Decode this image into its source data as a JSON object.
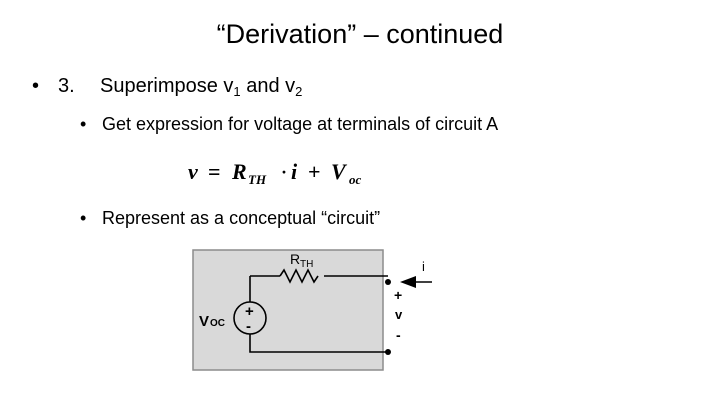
{
  "slide": {
    "title": "“Derivation” – continued",
    "bullet1": {
      "marker": "•",
      "number": "3.",
      "text_before": "Superimpose v",
      "sub1": "1",
      "text_mid": " and v",
      "sub2": "2"
    },
    "bullet2": {
      "marker": "•",
      "text": "Get expression for voltage at terminals of circuit A"
    },
    "equation": {
      "lhs": "v",
      "equals": "=",
      "r": "R",
      "r_sub": "TH",
      "dot": "·",
      "i": "i",
      "plus": "+",
      "v": "V",
      "v_sub": "oc"
    },
    "bullet3": {
      "marker": "•",
      "text": "Represent as a conceptual “circuit”"
    },
    "circuit": {
      "resistor_label": "R",
      "resistor_sub": "TH",
      "source_label": "V",
      "source_sub": "OC",
      "source_plus": "+",
      "source_minus": "-",
      "current_label": "i",
      "terminal_plus": "+",
      "terminal_v": "v",
      "terminal_minus": "-",
      "box_fill": "#d9d9d9",
      "box_stroke": "#8c8c8c"
    }
  }
}
